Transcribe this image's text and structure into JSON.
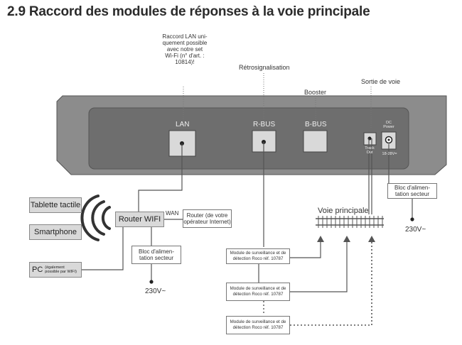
{
  "title": "2.9 Raccord des modules de réponses à la voie principale",
  "labels": {
    "lan_note_lines": [
      "Raccord LAN uni-",
      "quement possible",
      "avec notre set",
      "Wi-Fi (n° d'art. :",
      "10814)!"
    ],
    "retro": "Rétrosignalisation",
    "booster": "Booster",
    "sortie": "Sortie de voie",
    "wan": "WAN",
    "voie_principale": "Voie principale"
  },
  "ports": {
    "lan": "LAN",
    "rbus": "R-BUS",
    "bbus": "B-BUS",
    "track_out_lines": [
      "Track",
      "Out"
    ],
    "dc_power_lines": [
      "DC",
      "Power"
    ],
    "dc_range": "18-28V="
  },
  "devices": {
    "tablette": "Tablette tactile",
    "smartphone": "Smartphone",
    "pc": "PC",
    "pc_note_lines": [
      "(également",
      "possible par WIFI)"
    ],
    "router_wifi": "Router WIFI",
    "router_op_lines": [
      "Router (de votre",
      "opérateur Internet)"
    ]
  },
  "power": {
    "bloc_lines": [
      "Bloc d'alimen-",
      "tation secteur"
    ],
    "voltage": "230V~"
  },
  "modules": [
    {
      "lines": [
        "Module de surveillance et de",
        "détection Roco réf. 10787"
      ]
    },
    {
      "lines": [
        "Module de surveillance et de",
        "détection Roco réf. 10787"
      ]
    },
    {
      "lines": [
        "Module de surveillance et de",
        "détection Roco réf. 10787"
      ]
    }
  ]
}
